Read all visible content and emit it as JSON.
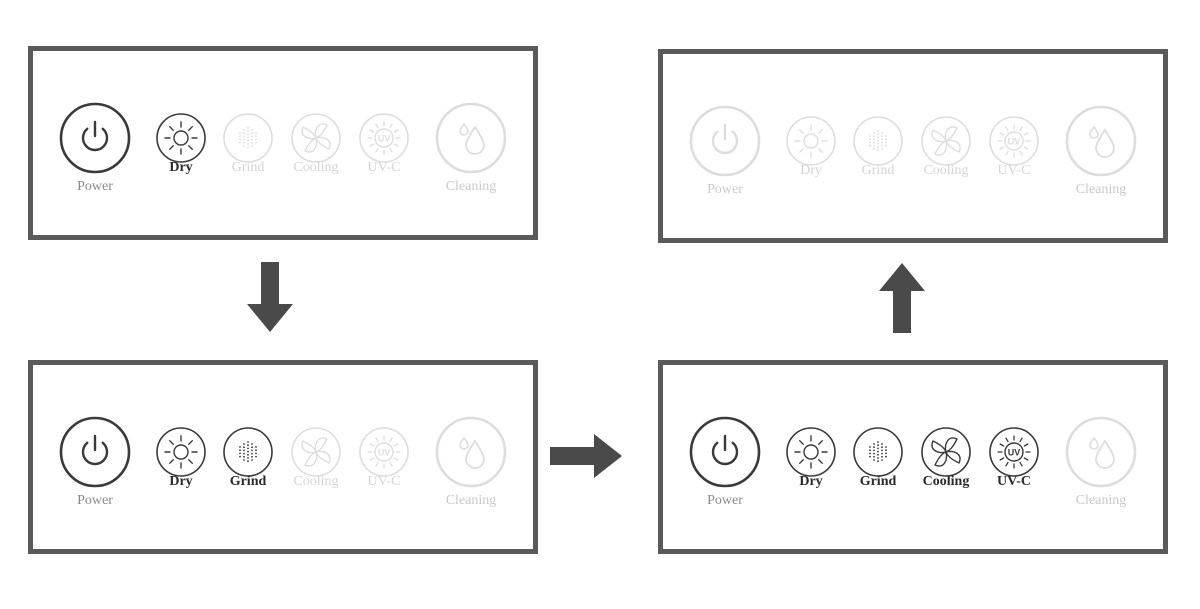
{
  "panels": [
    {
      "name": "panel-step-1",
      "buttons": {
        "power": {
          "label": "Power",
          "active": true
        },
        "dry": {
          "label": "Dry",
          "active": true
        },
        "grind": {
          "label": "Grind",
          "active": false
        },
        "cooling": {
          "label": "Cooling",
          "active": false
        },
        "uvc": {
          "label": "UV-C",
          "active": false
        },
        "cleaning": {
          "label": "Cleaning",
          "active": false
        }
      }
    },
    {
      "name": "panel-step-2",
      "buttons": {
        "power": {
          "label": "Power",
          "active": true
        },
        "dry": {
          "label": "Dry",
          "active": true
        },
        "grind": {
          "label": "Grind",
          "active": true
        },
        "cooling": {
          "label": "Cooling",
          "active": false
        },
        "uvc": {
          "label": "UV-C",
          "active": false
        },
        "cleaning": {
          "label": "Cleaning",
          "active": false
        }
      }
    },
    {
      "name": "panel-step-3",
      "buttons": {
        "power": {
          "label": "Power",
          "active": true
        },
        "dry": {
          "label": "Dry",
          "active": true
        },
        "grind": {
          "label": "Grind",
          "active": true
        },
        "cooling": {
          "label": "Cooling",
          "active": true
        },
        "uvc": {
          "label": "UV-C",
          "active": true
        },
        "cleaning": {
          "label": "Cleaning",
          "active": false
        }
      }
    },
    {
      "name": "panel-step-4",
      "buttons": {
        "power": {
          "label": "Power",
          "active": false
        },
        "dry": {
          "label": "Dry",
          "active": false
        },
        "grind": {
          "label": "Grind",
          "active": false
        },
        "cooling": {
          "label": "Cooling",
          "active": false
        },
        "uvc": {
          "label": "UV-C",
          "active": false
        },
        "cleaning": {
          "label": "Cleaning",
          "active": false
        }
      }
    }
  ],
  "icons": {
    "power": "power-icon",
    "dry": "sun-icon",
    "grind": "dot-grid-icon",
    "cooling": "fan-icon",
    "uvc": "uv-icon",
    "cleaning": "water-drop-icon"
  },
  "uv_icon_text": "UV",
  "colors": {
    "border": "#5a5a5a",
    "arrow": "#4a4a4a",
    "active_icon": "#3a3a3a",
    "inactive_icon": "#dddddd",
    "active_label": "#2a2a2a",
    "inactive_label": "#d4d4d4"
  }
}
